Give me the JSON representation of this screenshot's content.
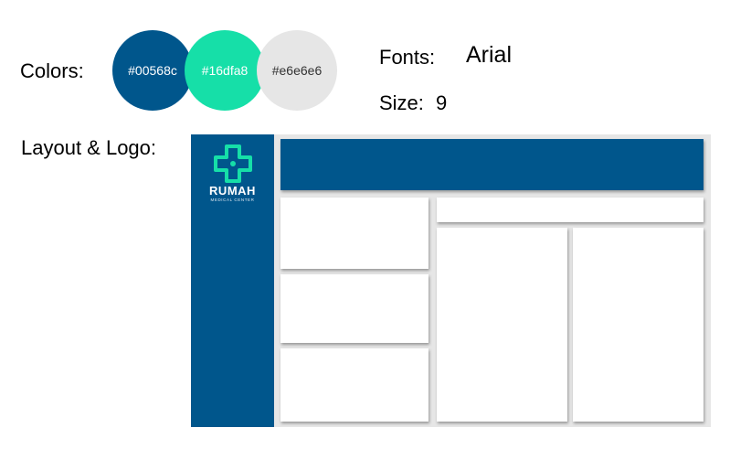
{
  "labels": {
    "colors": "Colors:",
    "fonts": "Fonts:",
    "font_name": "Arial",
    "size": "Size:",
    "size_value": "9",
    "layout": "Layout & Logo:"
  },
  "palette": [
    {
      "text": "#00568c",
      "color": "#00568c",
      "text_color": "#ffffff"
    },
    {
      "text": "#16dfa8",
      "color": "#16dfa8",
      "text_color": "#ffffff"
    },
    {
      "text": "#e6e6e6",
      "color": "#e6e6e6",
      "text_color": "#333333"
    }
  ],
  "logo": {
    "name": "RUMAH",
    "subtitle": "MEDICAL CENTER",
    "icon": "medical-cross-icon",
    "icon_color": "#16dfa8"
  }
}
